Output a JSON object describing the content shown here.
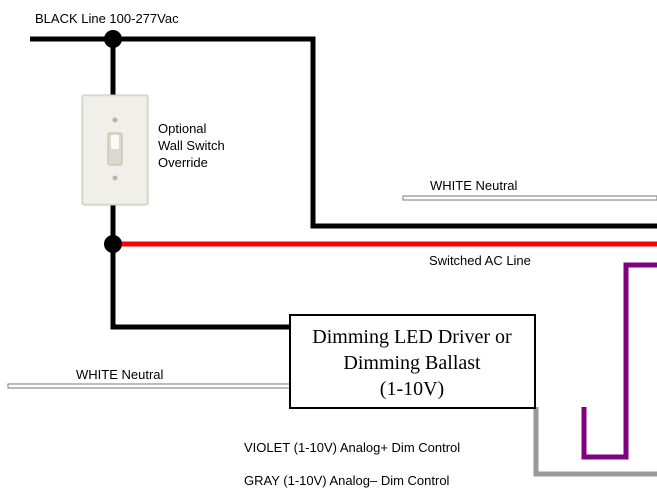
{
  "labels": {
    "black_line": "BLACK Line 100-277Vac",
    "switch_caption": [
      "Optional",
      "Wall Switch",
      "Override"
    ],
    "white_neutral_top": "WHITE Neutral",
    "switched_ac": "Switched AC Line",
    "white_neutral_left": "WHITE Neutral",
    "violet": "VIOLET (1-10V) Analog+ Dim Control",
    "gray": "GRAY (1-10V) Analog– Dim Control"
  },
  "driver_box": {
    "lines": [
      "Dimming LED Driver or",
      "Dimming Ballast",
      "(1-10V)"
    ]
  },
  "wire_colors": {
    "black": "#000000",
    "red": "#ff0000",
    "violet": "#800080",
    "gray": "#9a9a9a",
    "white_outline": "#7a7a7a"
  }
}
